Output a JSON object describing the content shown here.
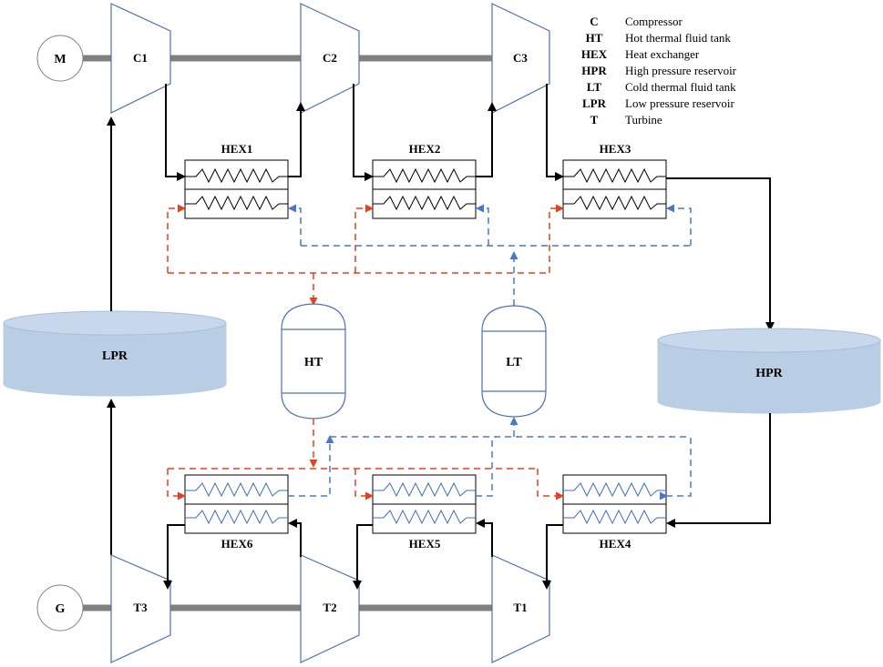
{
  "legend": [
    {
      "abbr": "C",
      "desc": "Compressor"
    },
    {
      "abbr": "HT",
      "desc": "Hot thermal fluid tank"
    },
    {
      "abbr": "HEX",
      "desc": "Heat exchanger"
    },
    {
      "abbr": "HPR",
      "desc": "High pressure reservoir"
    },
    {
      "abbr": "LT",
      "desc": "Cold thermal fluid tank"
    },
    {
      "abbr": "LPR",
      "desc": "Low pressure reservoir"
    },
    {
      "abbr": "T",
      "desc": "Turbine"
    }
  ],
  "motor": "M",
  "generator": "G",
  "compressors": [
    "C1",
    "C2",
    "C3"
  ],
  "turbines": [
    "T3",
    "T2",
    "T1"
  ],
  "hex_top": [
    "HEX1",
    "HEX2",
    "HEX3"
  ],
  "hex_bottom": [
    "HEX6",
    "HEX5",
    "HEX4"
  ],
  "reservoirs": {
    "low": "LPR",
    "high": "HPR"
  },
  "tanks": {
    "hot": "HT",
    "cold": "LT"
  },
  "colors": {
    "hot_fluid": "#e8401c",
    "cold_fluid": "#4a78c8",
    "air": "#000000",
    "reservoir": "#b9cde4",
    "shaft": "#808080"
  }
}
